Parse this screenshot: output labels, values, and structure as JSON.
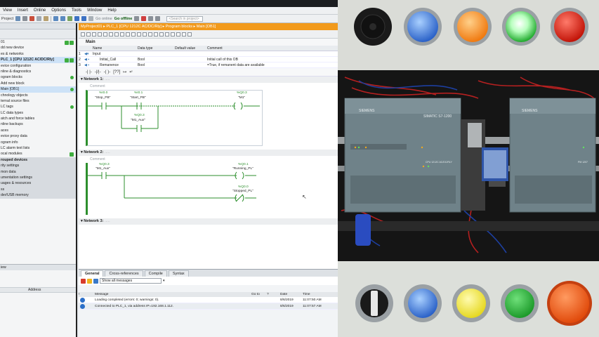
{
  "menu": [
    "View",
    "Insert",
    "Online",
    "Options",
    "Tools",
    "Window",
    "Help"
  ],
  "toolbar": {
    "project_label": "Project",
    "go_online": "Go online",
    "go_offline": "Go offline",
    "search_placeholder": "<Search in project>"
  },
  "breadcrumb": "MyProject01  ▸  PLC_1 [CPU 1212C AC/DC/Rly]  ▸  Program blocks  ▸  Main [OB1]",
  "tree": {
    "items": [
      "01",
      "dd new device",
      "es & networks",
      "PLC_1 [CPU 1212C AC/DC/Rly]",
      "evice configuration",
      "nline & diagnostics",
      "ogram blocks",
      "Add new block",
      "Main [OB1]",
      "chnology objects",
      "ternal source files",
      "LC tags",
      "LC data types",
      "atch and force tables",
      "nline backups",
      "aces",
      "evice proxy data",
      "ogram info",
      "LC alarm text lists",
      "ocal modules",
      "rouped devices",
      "rity settings",
      "mon data",
      "umentation settings",
      "uages & resources",
      "ss",
      "der/USB memory"
    ],
    "details_label": "iew",
    "details_col": "Address"
  },
  "block": {
    "title": "Main",
    "columns": [
      "Name",
      "Data type",
      "Default value",
      "Comment"
    ],
    "rows": [
      {
        "name": "Input",
        "type": "",
        "default": "",
        "comment": ""
      },
      {
        "name": "Initial_Call",
        "type": "Bool",
        "default": "",
        "comment": "Initial call of this OB"
      },
      {
        "name": "Remanence",
        "type": "Bool",
        "default": "",
        "comment": "=True, if remanent data are available"
      }
    ]
  },
  "networks": [
    {
      "label": "Network 1:",
      "comment": "Comment"
    },
    {
      "label": "Network 2:",
      "comment": "Comment"
    },
    {
      "label": "Network 3:",
      "comment": "Comment"
    }
  ],
  "ladder": {
    "n1": {
      "c1_addr": "%I0.0",
      "c1_tag": "\"Stop_PB\"",
      "c2_addr": "%I0.1",
      "c2_tag": "\"Start_PB\"",
      "coil_addr": "%Q0.3",
      "coil_tag": "\"M1\"",
      "par_addr": "%Q0.3",
      "par_tag": "\"M1_Aux\""
    },
    "n2": {
      "c1_addr": "%Q0.3",
      "c1_tag": "\"M1_Aux\"",
      "coil1_addr": "%Q0.1",
      "coil1_tag": "\"Running_PL\"",
      "coil2_addr": "%Q0.0",
      "coil2_tag": "\"Stopped_PL\""
    }
  },
  "inspector": {
    "tabs": [
      "General",
      "Cross-references",
      "Compile",
      "Syntax"
    ],
    "filter": "Show all messages",
    "columns": [
      "!",
      "Message",
      "Go to",
      "?",
      "Date",
      "Time"
    ],
    "messages": [
      {
        "text": "Loading completed (errors: 0; warnings: 0).",
        "date": "8/6/2019",
        "time": "11:07:50 AM"
      },
      {
        "text": "Connected to PLC_1, via address IP=192.168.1.112.",
        "date": "8/6/2019",
        "time": "11:07:57 AM"
      }
    ]
  },
  "photo": {
    "plc_brand": "SIEMENS",
    "plc_model": "SIMATIC S7-1200",
    "cpu_text": "CPU 1212C AC/DC/RLY",
    "psu_brand": "SIEMENS",
    "psu_model": "PM 1207",
    "colors": {
      "panel": "#d9dcd6",
      "din": "#9ca0a2",
      "plc": "#6f8289",
      "pilot_blue": "#3b7fe0",
      "pilot_orange": "#ff8a1a",
      "pilot_green": "#4ee05a",
      "pilot_red": "#e01d10"
    }
  }
}
